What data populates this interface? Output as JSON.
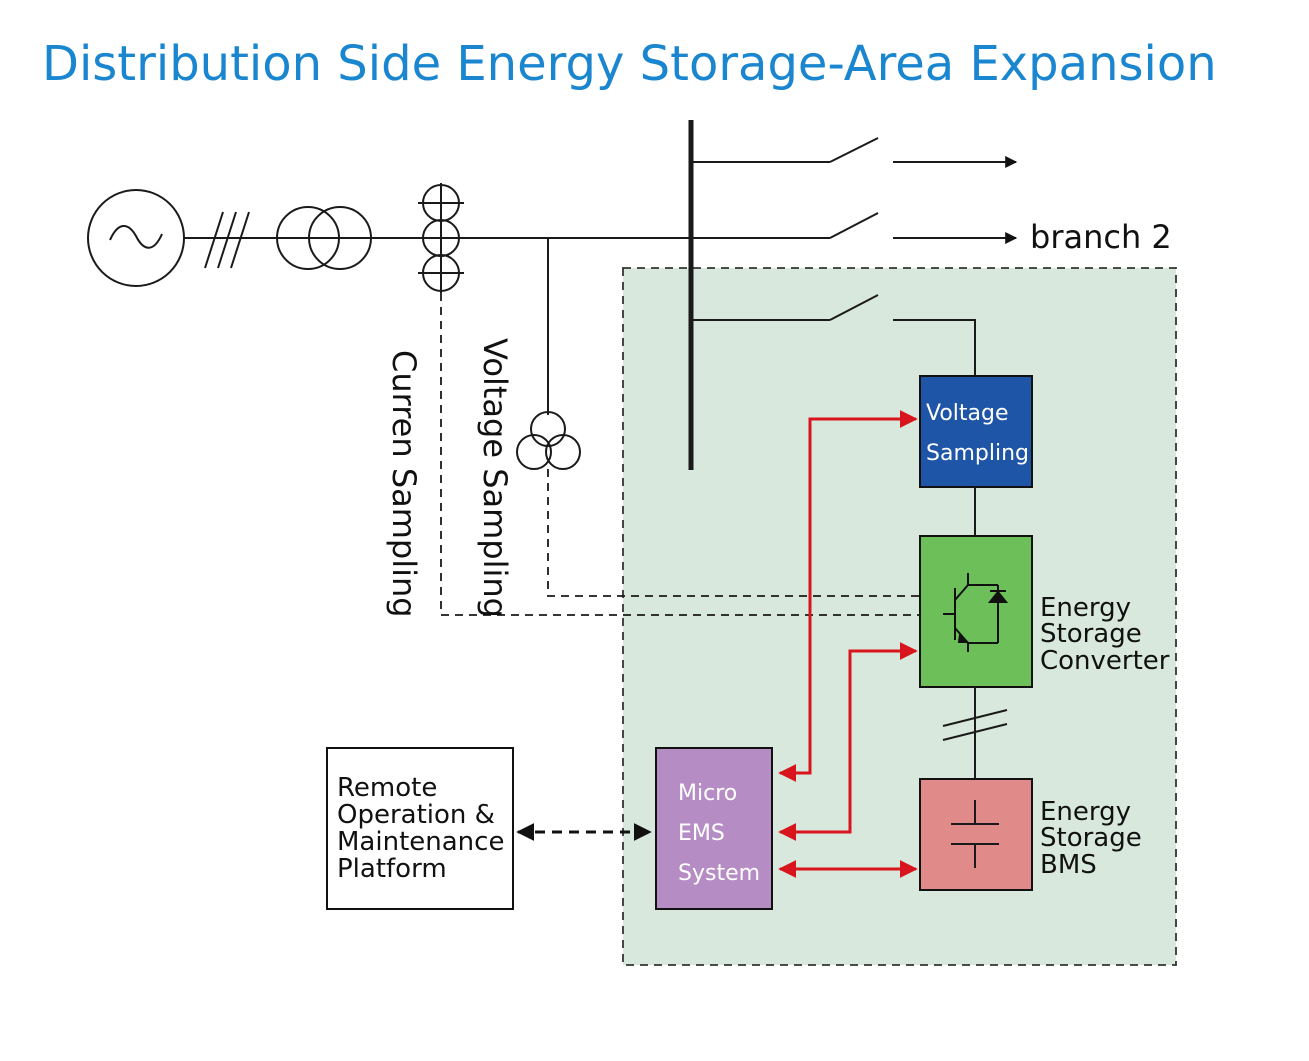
{
  "title": "Distribution Side Energy Storage-Area Expansion",
  "labels": {
    "branch2": "branch 2",
    "current_sampling": "Curren Sampling",
    "voltage_sampling_side": "Voltage Sampling"
  },
  "boxes": {
    "voltage_sampling": [
      "Voltage",
      "Sampling"
    ],
    "converter": [
      "Energy",
      "Storage",
      "Converter"
    ],
    "bms": [
      "Energy",
      "Storage",
      "BMS"
    ],
    "ems": [
      "Micro",
      "EMS",
      "System"
    ],
    "remote": [
      "Remote",
      "Operation &",
      "Maintenance",
      "Platform"
    ]
  },
  "colors": {
    "title": "#1a86d0",
    "area_fill": "#d9e8dc",
    "voltage_box": "#1e55a6",
    "converter_box": "#6dbf5a",
    "bms_box": "#e08a8a",
    "ems_box": "#b58cc4",
    "signal_arrow": "#d8141c"
  }
}
